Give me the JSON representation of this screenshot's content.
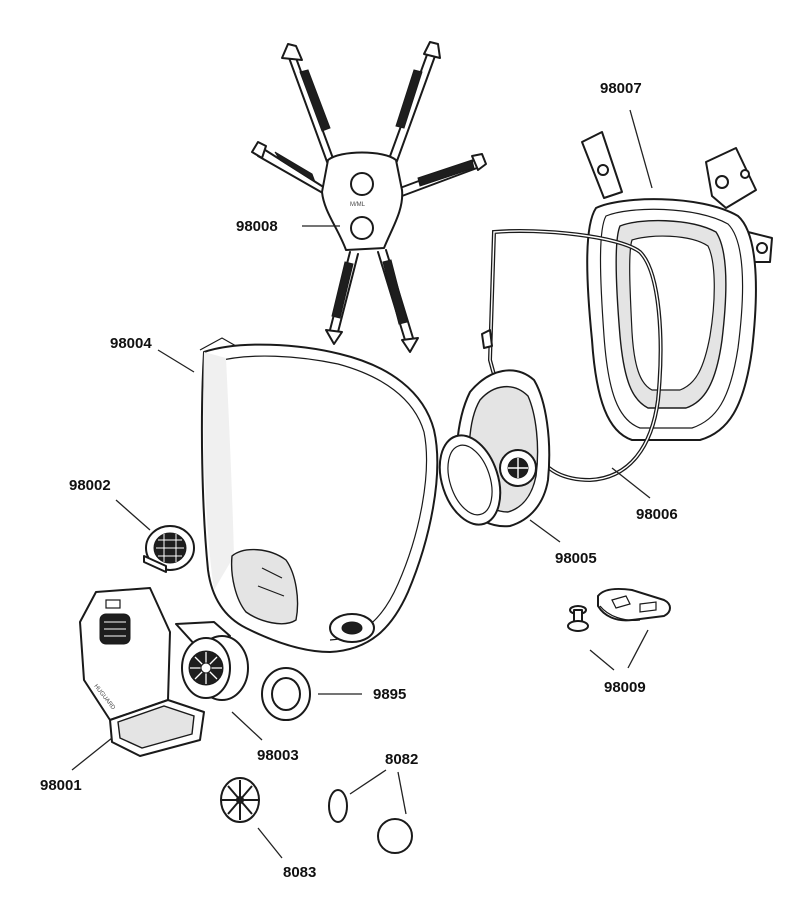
{
  "parts": [
    {
      "id": "head-harness",
      "number": "98008"
    },
    {
      "id": "frame-with-straps",
      "number": "98007"
    },
    {
      "id": "visor",
      "number": "98004"
    },
    {
      "id": "lens-seal-ring",
      "number": "98006"
    },
    {
      "id": "inner-mask",
      "number": "98005"
    },
    {
      "id": "exhalation-valve",
      "number": "98002"
    },
    {
      "id": "speech-cover",
      "number": "98001"
    },
    {
      "id": "inhalation-valve-seat",
      "number": "98003"
    },
    {
      "id": "gasket",
      "number": "9895"
    },
    {
      "id": "o-rings",
      "number": "8082"
    },
    {
      "id": "valve-disc",
      "number": "8083"
    },
    {
      "id": "buckle-kit",
      "number": "98009"
    }
  ]
}
